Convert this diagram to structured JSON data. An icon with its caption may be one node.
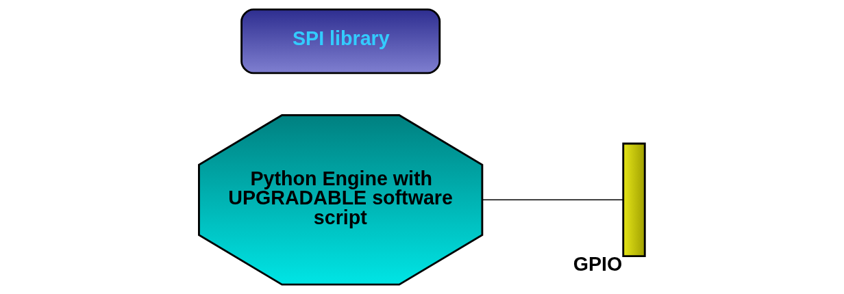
{
  "diagram": {
    "nodes": [
      {
        "text": [
          "Python Engine with UPGRADABLE software script"
        ]
      },
      {
        "text": [
          "SPI library"
        ]
      },
      {
        "text": [],
        "shape": "bar",
        "beside": [
          "GPIO"
        ]
      }
    ],
    "edges": [
      {
        "from": 0,
        "to": 2,
        "arrow": "none"
      }
    ]
  }
}
